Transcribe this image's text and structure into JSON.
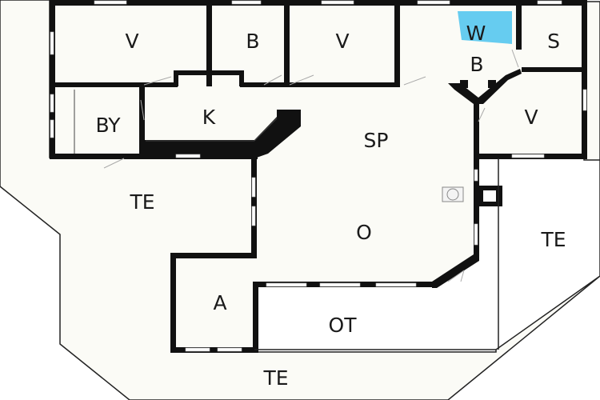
{
  "plan": {
    "rooms": {
      "bedroom_1": "V",
      "bathroom_1": "B",
      "bedroom_2": "V",
      "washroom": "W",
      "sauna": "S",
      "bathroom_2": "B",
      "utility": "BY",
      "kitchen": "K",
      "dining": "SP",
      "bedroom_3": "V",
      "terrace_west": "TE",
      "living": "O",
      "terrace_east": "TE",
      "annex": "A",
      "loft": "OT",
      "terrace_south": "TE"
    },
    "colors": {
      "wall": "#111111",
      "floor": "#fbfbf6",
      "shower": "#66ccf0"
    }
  }
}
